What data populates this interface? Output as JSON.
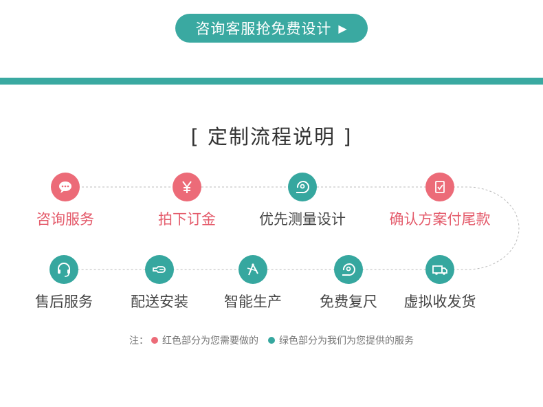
{
  "cta": {
    "label": "咨询客服抢免费设计",
    "play_icon": "▶"
  },
  "section": {
    "title": "[ 定制流程说明 ]"
  },
  "colors": {
    "red": "#ec6b78",
    "teal": "#36a79f",
    "bar": "#3aa9a1"
  },
  "steps_row1": [
    {
      "label": "咨询服务",
      "color": "red",
      "icon": "chat-bubble-icon"
    },
    {
      "label": "拍下订金",
      "color": "red",
      "icon": "yen-icon"
    },
    {
      "label": "优先测量设计",
      "color": "teal",
      "icon": "tape-measure-icon"
    },
    {
      "label": "确认方案付尾款",
      "color": "red",
      "icon": "checklist-icon"
    }
  ],
  "steps_row2": [
    {
      "label": "售后服务",
      "color": "teal",
      "icon": "headset-icon"
    },
    {
      "label": "配送安装",
      "color": "teal",
      "icon": "wrench-icon"
    },
    {
      "label": "智能生产",
      "color": "teal",
      "icon": "compass-icon"
    },
    {
      "label": "免费复尺",
      "color": "teal",
      "icon": "tape-measure-icon"
    },
    {
      "label": "虚拟收发货",
      "color": "teal",
      "icon": "truck-icon"
    }
  ],
  "note": {
    "prefix": "注：",
    "red_text": "红色部分为您需要做的",
    "teal_text": "绿色部分为我们为您提供的服务"
  }
}
